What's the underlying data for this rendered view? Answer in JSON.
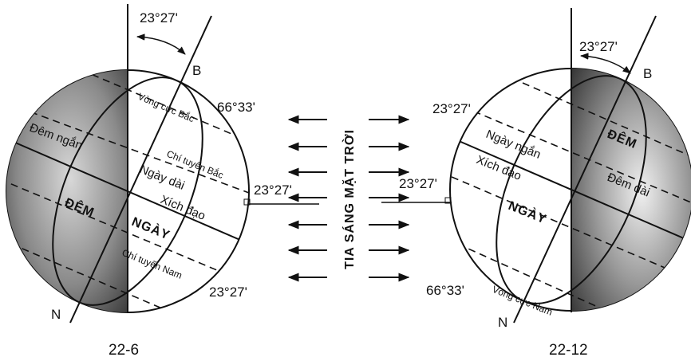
{
  "left_globe": {
    "date": "22-6",
    "north": "B",
    "south": "N",
    "tilt_angle": "23°27'",
    "polar_circle_angle": "66°33'",
    "tropic_angle_north": "23°27'",
    "tropic_angle_south": "23°27'",
    "arctic_circle": "Vòng cực Bắc",
    "tropic_north": "Chí tuyến Bắc",
    "tropic_south": "Chí tuyến Nam",
    "equator": "Xích đạo",
    "short_night": "Đêm ngắn",
    "long_day": "Ngày dài",
    "night": "ĐÊM",
    "day": "NGÀY"
  },
  "right_globe": {
    "date": "22-12",
    "north": "B",
    "south": "N",
    "tilt_angle": "23°27'",
    "polar_circle_angle": "66°33'",
    "tropic_angle_north": "23°27'",
    "tropic_angle_equator": "23°27'",
    "antarctic_circle": "Vòng cực Nam",
    "equator": "Xích đạo",
    "short_day": "Ngày ngắn",
    "long_night": "Đêm dài",
    "night": "ĐÊM",
    "day": "NGÀY"
  },
  "sun_rays": {
    "label": "TIA SÁNG MẶT TRỜI"
  }
}
